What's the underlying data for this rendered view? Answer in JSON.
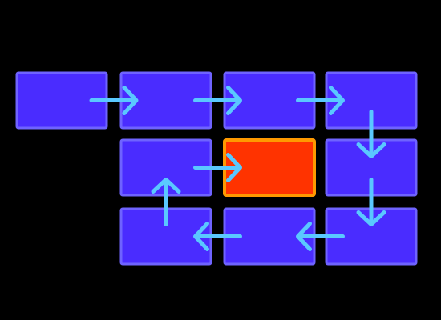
{
  "colors": {
    "background": "#000000",
    "tile_fill": "#4a2cff",
    "tile_border": "#6f63ff",
    "target_fill": "#ff3300",
    "target_border": "#ff9900",
    "arrow": "#5ac8ff"
  },
  "grid": {
    "rows": 3,
    "cols": 4
  },
  "tiles": [
    {
      "row": 0,
      "col": 0,
      "kind": "tile"
    },
    {
      "row": 0,
      "col": 1,
      "kind": "tile"
    },
    {
      "row": 0,
      "col": 2,
      "kind": "tile"
    },
    {
      "row": 0,
      "col": 3,
      "kind": "tile"
    },
    {
      "row": 1,
      "col": 1,
      "kind": "tile"
    },
    {
      "row": 1,
      "col": 2,
      "kind": "target"
    },
    {
      "row": 1,
      "col": 3,
      "kind": "tile"
    },
    {
      "row": 2,
      "col": 1,
      "kind": "tile"
    },
    {
      "row": 2,
      "col": 2,
      "kind": "tile"
    },
    {
      "row": 2,
      "col": 3,
      "kind": "tile"
    }
  ],
  "path": [
    {
      "from": [
        0,
        0
      ],
      "to": [
        0,
        1
      ],
      "direction": "right"
    },
    {
      "from": [
        0,
        1
      ],
      "to": [
        0,
        2
      ],
      "direction": "right"
    },
    {
      "from": [
        0,
        2
      ],
      "to": [
        0,
        3
      ],
      "direction": "right"
    },
    {
      "from": [
        0,
        3
      ],
      "to": [
        1,
        3
      ],
      "direction": "down"
    },
    {
      "from": [
        1,
        3
      ],
      "to": [
        2,
        3
      ],
      "direction": "down"
    },
    {
      "from": [
        2,
        3
      ],
      "to": [
        2,
        2
      ],
      "direction": "left"
    },
    {
      "from": [
        2,
        2
      ],
      "to": [
        2,
        1
      ],
      "direction": "left"
    },
    {
      "from": [
        2,
        1
      ],
      "to": [
        1,
        1
      ],
      "direction": "up"
    },
    {
      "from": [
        1,
        1
      ],
      "to": [
        1,
        2
      ],
      "direction": "right"
    }
  ]
}
